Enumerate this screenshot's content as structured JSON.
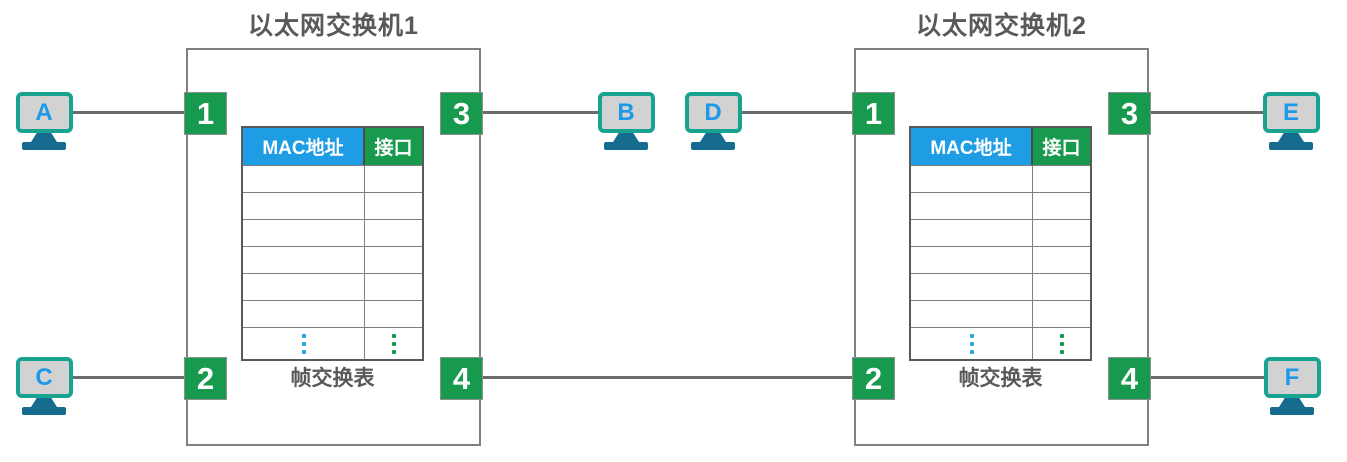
{
  "colors": {
    "port_green": "#189a4e",
    "header_blue": "#1e9ce4",
    "header_green": "#189a4e",
    "monitor_teal": "#17a390",
    "stand_blue": "#166c8e",
    "letter_blue": "#1e98e8",
    "line_gray": "#6b6b6b",
    "box_border": "#808080",
    "text_gray": "#595959",
    "dot_blue": "#29a8e0",
    "dot_green": "#189a4e"
  },
  "switches": [
    {
      "title": "以太网交换机1",
      "ports": [
        "1",
        "2",
        "3",
        "4"
      ],
      "table": {
        "headers": [
          "MAC地址",
          "接口"
        ],
        "empty_row_count": 6,
        "ellipsis": "vertical-dots",
        "caption": "帧交换表"
      }
    },
    {
      "title": "以太网交换机2",
      "ports": [
        "1",
        "2",
        "3",
        "4"
      ],
      "table": {
        "headers": [
          "MAC地址",
          "接口"
        ],
        "empty_row_count": 6,
        "ellipsis": "vertical-dots",
        "caption": "帧交换表"
      }
    }
  ],
  "hosts": [
    {
      "label": "A"
    },
    {
      "label": "B"
    },
    {
      "label": "C"
    },
    {
      "label": "D"
    },
    {
      "label": "E"
    },
    {
      "label": "F"
    }
  ],
  "links": [
    {
      "from": "host-A",
      "to": "switch1-port-1"
    },
    {
      "from": "switch1-port-3",
      "to": "host-B"
    },
    {
      "from": "host-C",
      "to": "switch1-port-2"
    },
    {
      "from": "host-D",
      "to": "switch2-port-1"
    },
    {
      "from": "switch2-port-3",
      "to": "host-E"
    },
    {
      "from": "switch1-port-4",
      "to": "switch2-port-2"
    },
    {
      "from": "switch2-port-4",
      "to": "host-F"
    }
  ]
}
